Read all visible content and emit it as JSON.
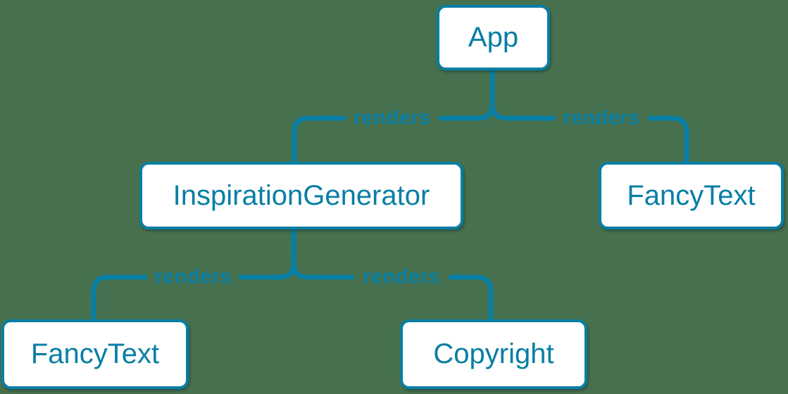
{
  "diagram": {
    "type": "component-render-tree",
    "colors": {
      "background": "#47714E",
      "accent": "#087EA4",
      "node_fill": "#FFFFFF"
    },
    "nodes": {
      "app": {
        "label": "App"
      },
      "inspiration_generator": {
        "label": "InspirationGenerator"
      },
      "fancy_text_right": {
        "label": "FancyText"
      },
      "fancy_text_left": {
        "label": "FancyText"
      },
      "copyright": {
        "label": "Copyright"
      }
    },
    "edges": [
      {
        "from": "App",
        "to": "InspirationGenerator",
        "label": "renders"
      },
      {
        "from": "App",
        "to": "FancyText",
        "label": "renders"
      },
      {
        "from": "InspirationGenerator",
        "to": "FancyText",
        "label": "renders"
      },
      {
        "from": "InspirationGenerator",
        "to": "Copyright",
        "label": "renders"
      }
    ]
  }
}
